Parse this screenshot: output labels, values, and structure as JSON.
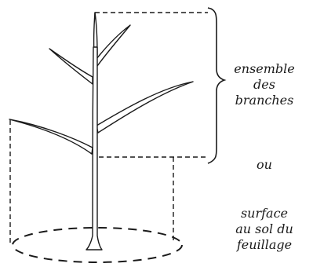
{
  "labels": {
    "branches": [
      "ensemble",
      "des",
      "branches"
    ],
    "or_word": "ou",
    "foliage": [
      "surface",
      "au sol du",
      "feuillage"
    ]
  },
  "colors": {
    "ink": "#1a1a1a",
    "background": "#ffffff"
  }
}
